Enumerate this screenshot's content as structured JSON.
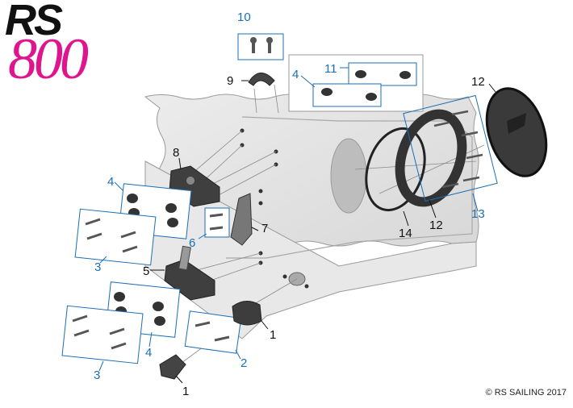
{
  "logo": {
    "brand": "RS",
    "model": "800"
  },
  "copyright": "© RS SAILING 2017",
  "colors": {
    "callout_blue": "#1a6fb5",
    "hull_gray": "#e4e4e4",
    "part_dark": "#3a3a3a",
    "brand_pink": "#e0148c"
  },
  "callouts": {
    "c1a": "1",
    "c1b": "1",
    "c2": "2",
    "c3a": "3",
    "c3b": "3",
    "c4a": "4",
    "c4b": "4",
    "c4c": "4",
    "c5": "5",
    "c6": "6",
    "c7": "7",
    "c8": "8",
    "c9": "9",
    "c10": "10",
    "c11": "11",
    "c12a": "12",
    "c12b": "12",
    "c13": "13",
    "c14": "14"
  }
}
